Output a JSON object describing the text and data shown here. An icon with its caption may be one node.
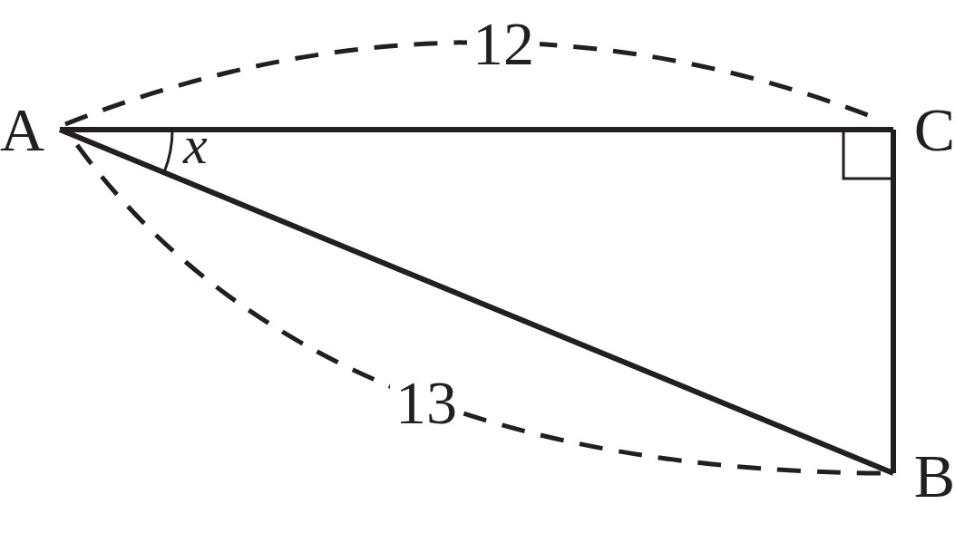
{
  "diagram": {
    "nodes": [
      {
        "text": [
          "A"
        ]
      },
      {
        "text": [
          "C"
        ]
      },
      {
        "text": [
          "B"
        ]
      }
    ],
    "edges": [
      {
        "from": 0,
        "to": 1,
        "arrow": "none"
      },
      {
        "from": 1,
        "to": 2,
        "arrow": "none"
      },
      {
        "from": 0,
        "to": 2,
        "arrow": "none"
      }
    ],
    "labels": [
      "12",
      "x",
      "13"
    ]
  }
}
